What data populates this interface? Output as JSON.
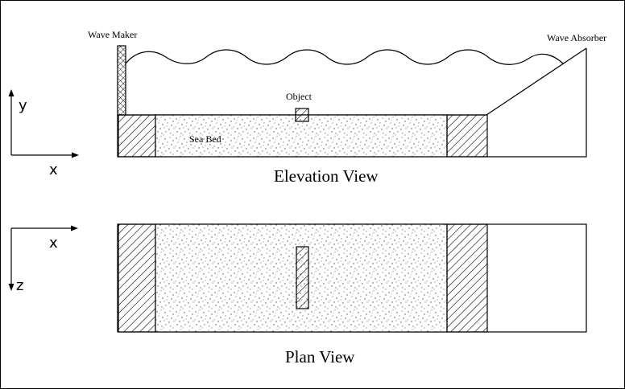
{
  "labels": {
    "wave_maker": "Wave Maker",
    "wave_absorber": "Wave Absorber",
    "object": "Object",
    "sea_bed": "Sea Bed",
    "elevation_view": "Elevation View",
    "plan_view": "Plan View"
  },
  "axes": {
    "elevation": {
      "vertical": "y",
      "horizontal": "x"
    },
    "plan": {
      "horizontal": "x",
      "vertical": "z"
    }
  },
  "colors": {
    "line": "#000000",
    "background": "#ffffff",
    "speckle": "#5a5a5a"
  }
}
